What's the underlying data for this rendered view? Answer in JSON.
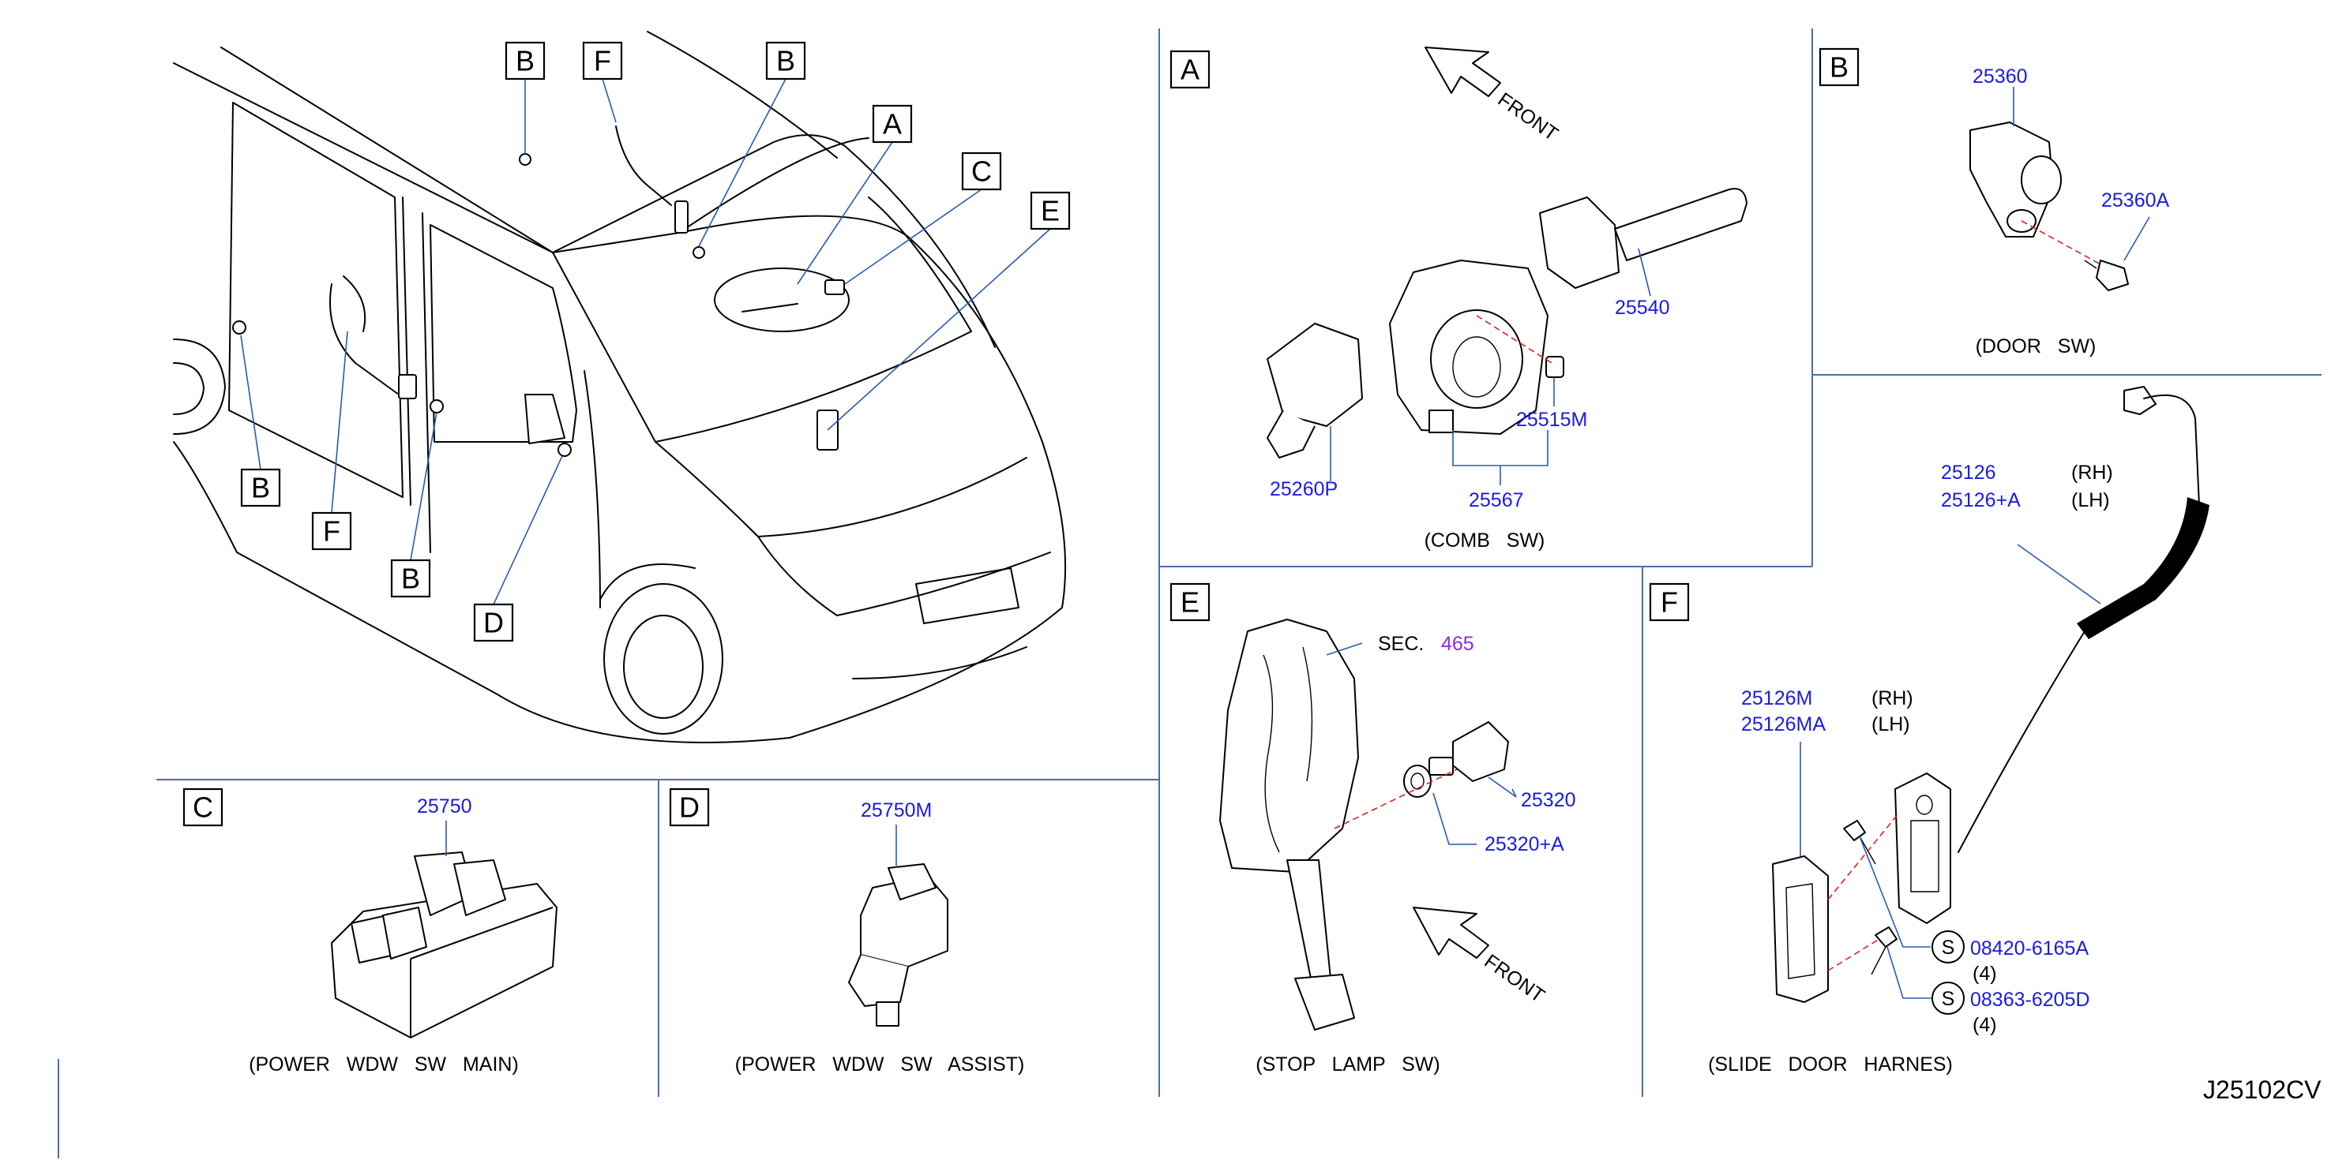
{
  "diagram_code": "J25102CV",
  "overview": {
    "callouts": [
      "B",
      "F",
      "B",
      "A",
      "C",
      "E",
      "B",
      "F",
      "B",
      "D"
    ]
  },
  "panels": {
    "A": {
      "label": "A",
      "front": "FRONT",
      "parts": [
        "25540",
        "25260P",
        "25515M",
        "25567"
      ],
      "caption": "(COMB   SW)"
    },
    "B": {
      "label": "B",
      "parts": [
        "25360",
        "25360A"
      ],
      "caption": "(DOOR   SW)"
    },
    "C": {
      "label": "C",
      "parts": [
        "25750"
      ],
      "caption": "(POWER   WDW   SW   MAIN)"
    },
    "D": {
      "label": "D",
      "parts": [
        "25750M"
      ],
      "caption": "(POWER   WDW   SW   ASSIST)"
    },
    "E": {
      "label": "E",
      "sec_text": "SEC.",
      "sec_num": "465",
      "front": "FRONT",
      "parts": [
        "25320",
        "25320+A"
      ],
      "caption": "(STOP   LAMP   SW)"
    },
    "F": {
      "label": "F",
      "parts": [
        "25126",
        "25126+A",
        "25126M",
        "25126MA"
      ],
      "sides": [
        "(RH)",
        "(LH)",
        "(RH)",
        "(LH)"
      ],
      "screws": [
        {
          "badge": "S",
          "part": "08420-6165A",
          "qty": "(4)"
        },
        {
          "badge": "S",
          "part": "08363-6205D",
          "qty": "(4)"
        }
      ],
      "caption": "(SLIDE   DOOR   HARNES)"
    }
  },
  "colors": {
    "part_number": "#1a1ae6",
    "section_ref": "#8a2be2",
    "divider": "#4a6fa5",
    "leader": "#2a5ab0",
    "centerline": "#d22222"
  }
}
